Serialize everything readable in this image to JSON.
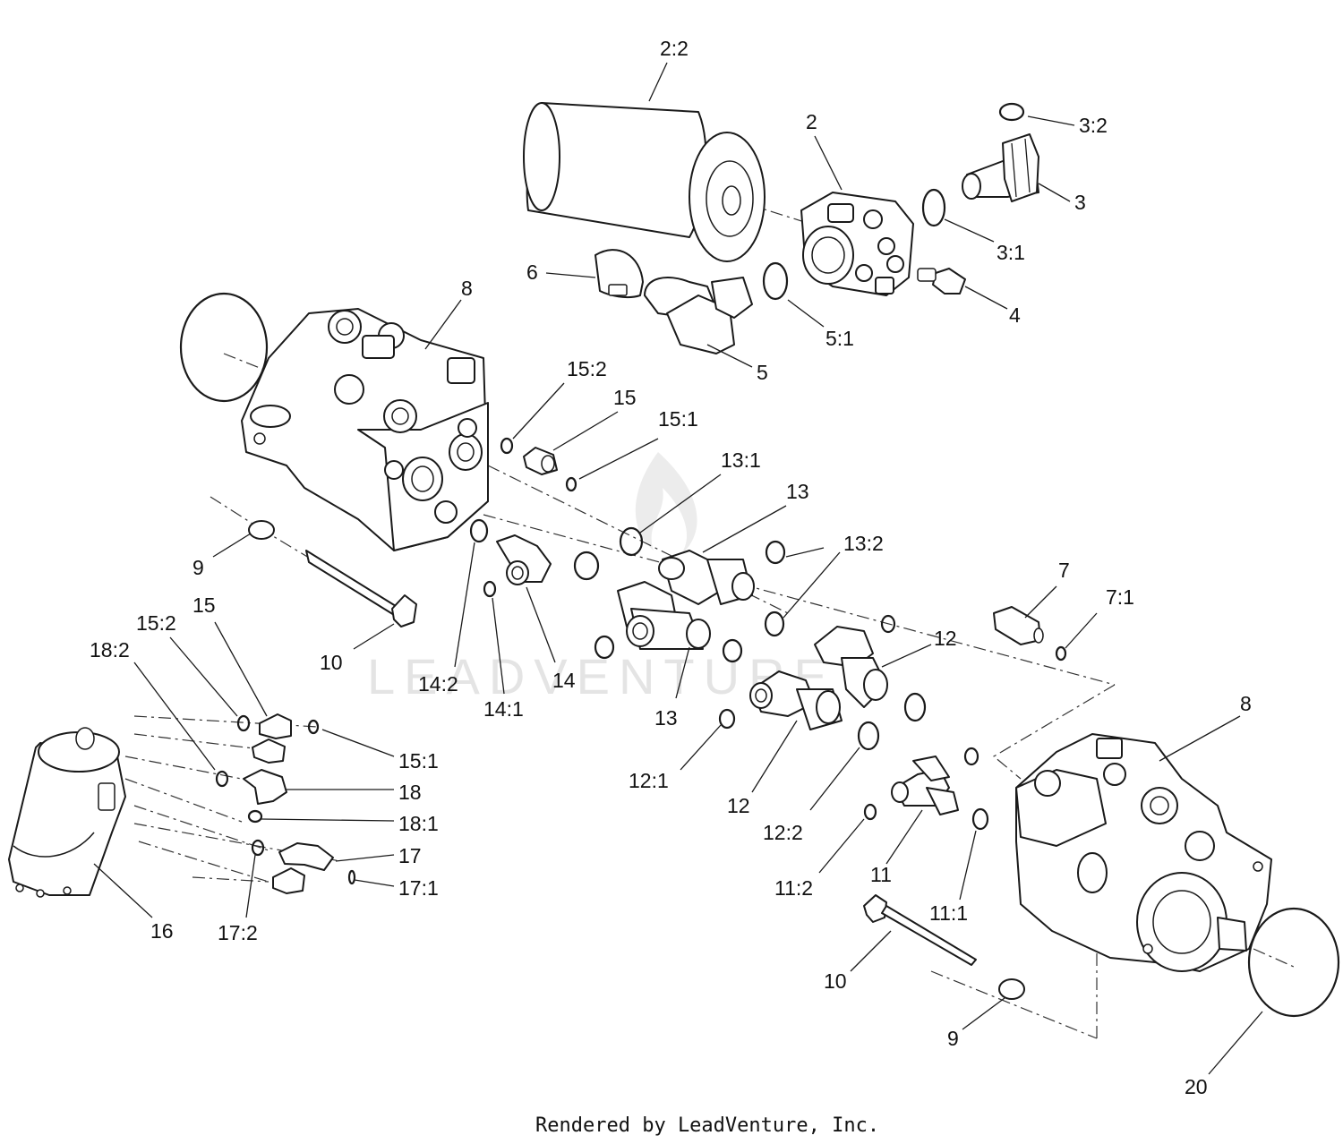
{
  "diagram": {
    "callouts": {
      "c_2_2": "2:2",
      "c_2": "2",
      "c_3_2": "3:2",
      "c_3": "3",
      "c_3_1": "3:1",
      "c_6": "6",
      "c_4": "4",
      "c_5_1": "5:1",
      "c_5": "5",
      "c_8a": "8",
      "c_15_2a": "15:2",
      "c_15a": "15",
      "c_15_1a": "15:1",
      "c_13_1": "13:1",
      "c_13a": "13",
      "c_13_2": "13:2",
      "c_9a": "9",
      "c_10a": "10",
      "c_15b": "15",
      "c_15_2b": "15:2",
      "c_18_2": "18:2",
      "c_14_2": "14:2",
      "c_14": "14",
      "c_14_1": "14:1",
      "c_13b": "13",
      "c_7": "7",
      "c_7_1": "7:1",
      "c_12a": "12",
      "c_8b": "8",
      "c_15_1b": "15:1",
      "c_18": "18",
      "c_18_1": "18:1",
      "c_17": "17",
      "c_17_1": "17:1",
      "c_16": "16",
      "c_17_2": "17:2",
      "c_12_1": "12:1",
      "c_12b": "12",
      "c_12_2": "12:2",
      "c_11_2": "11:2",
      "c_11": "11",
      "c_11_1": "11:1",
      "c_10b": "10",
      "c_9b": "9",
      "c_20": "20"
    },
    "watermark": "LEADVENTURE",
    "footer": "Rendered by LeadVenture, Inc."
  }
}
